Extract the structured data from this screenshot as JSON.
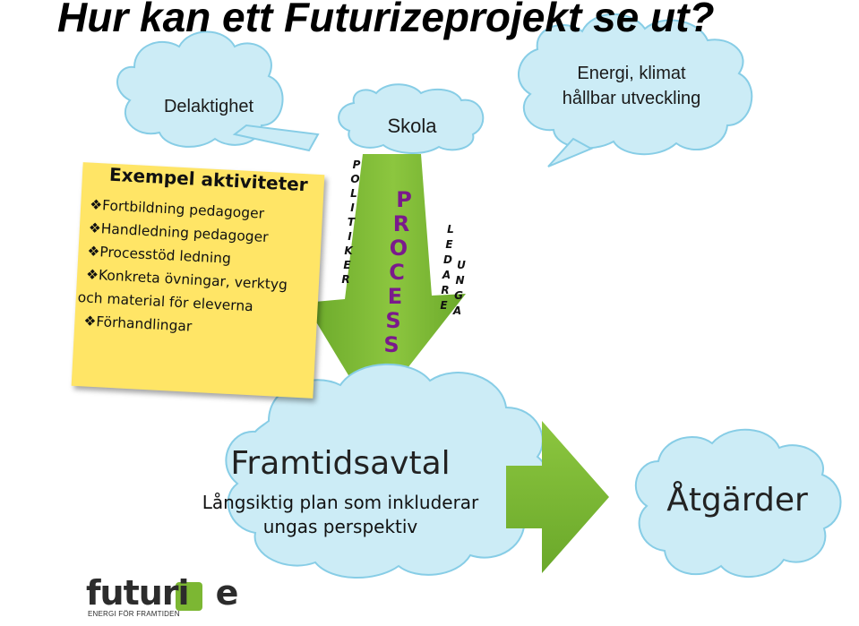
{
  "title": "Hur kan ett Futurizeprojekt se ut?",
  "clouds": {
    "delaktighet": "Delaktighet",
    "skola": "Skola",
    "energi_line1": "Energi, klimat",
    "energi_line2": "hållbar utveckling"
  },
  "note": {
    "heading": "Exempel aktiviteter",
    "bullet": "❖",
    "items": [
      "Fortbildning pedagoger",
      "Handledning pedagoger",
      "Processtöd ledning",
      "Konkreta övningar, verktyg",
      "och material för eleverna",
      "Förhandlingar"
    ]
  },
  "arrow_words": {
    "politiker": [
      "P",
      "O",
      "L",
      "I",
      "T",
      "I",
      "K",
      "E",
      "R"
    ],
    "process": [
      "P",
      "R",
      "O",
      "C",
      "E",
      "S",
      "S"
    ],
    "ledare": [
      "L",
      "E",
      "D",
      "A",
      "R",
      "E"
    ],
    "unga": [
      "U",
      "N",
      "G",
      "A"
    ]
  },
  "framtidsavtal": {
    "title": "Framtidsavtal",
    "sub_line1": "Långsiktig plan som inkluderar",
    "sub_line2": "ungas perspektiv"
  },
  "atgarder": "Åtgärder",
  "logo": {
    "word": "futuri",
    "word_end": "e",
    "tagline": "ENERGI FÖR FRAMTIDEN"
  },
  "colors": {
    "cloud_fill": "#ccecf6",
    "cloud_stroke": "#87cde6",
    "arrow_green": "#7cb733",
    "arrow_green_light": "#a6d05a",
    "note_yellow": "#ffe566",
    "logo_green": "#7cb733"
  }
}
